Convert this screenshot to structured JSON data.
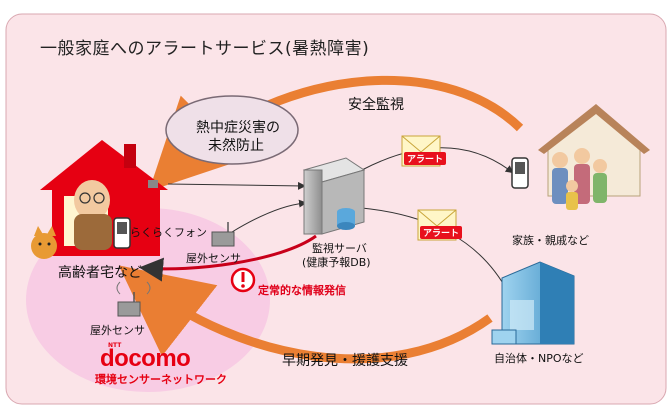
{
  "title": "一般家庭へのアラートサービス(暑熱障害)",
  "nodes": {
    "elderly_home": "高齢者宅など",
    "raku_phone": "らくらくフォン",
    "outdoor_sensor_1": "屋外センサ",
    "outdoor_sensor_2": "屋外センサ",
    "monitor_server": "監視サーバ",
    "monitor_server_sub": "(健康予報DB)",
    "family": "家族・親戚など",
    "municipality": "自治体・NPOなど",
    "bubble_line1": "熱中症災害の",
    "bubble_line2": "未然防止"
  },
  "flows": {
    "safety_watch": "安全監視",
    "early_detection": "早期発見・援護支援",
    "regular_info": "定常的な情報発信",
    "alert_1": "アラート",
    "alert_2": "アラート"
  },
  "branding": {
    "ntt": "NTT",
    "docomo": "docomo",
    "network": "環境センサーネットワーク"
  },
  "colors": {
    "background_panel": "#fbe4e8",
    "sensor_zone": "#f7c9e3",
    "arrow_orange": "#ea7a2a",
    "house_red": "#e60012",
    "alert_red": "#e60012"
  }
}
